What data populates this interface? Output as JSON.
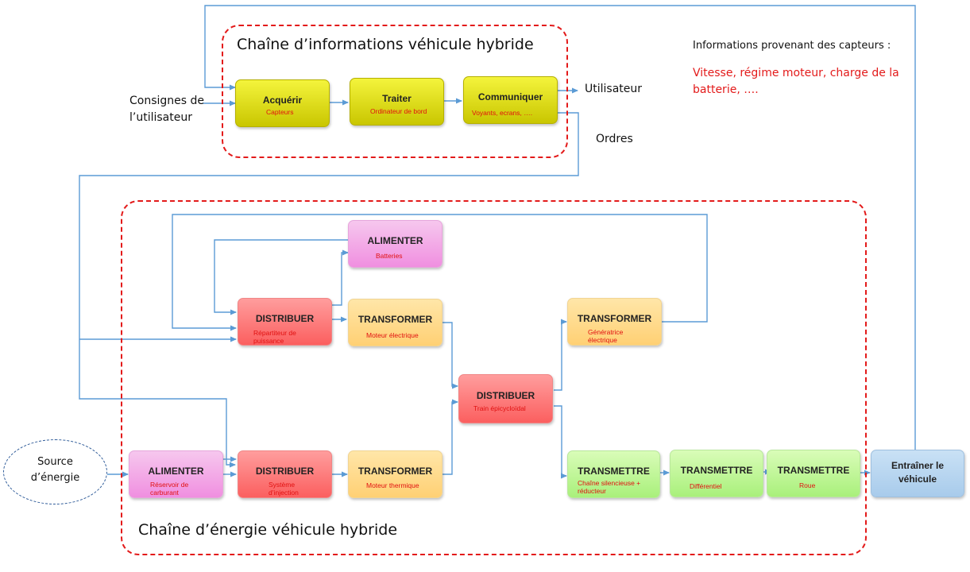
{
  "info_chain": {
    "title": "Chaîne d’informations véhicule hybride",
    "blocks": [
      {
        "verb": "Acquérir",
        "sub": "Capteurs"
      },
      {
        "verb": "Traiter",
        "sub": "Ordinateur de bord"
      },
      {
        "verb": "Communiquer",
        "sub": "Voyants, ecrans, …."
      }
    ]
  },
  "energy_chain": {
    "title": "Chaîne d’énergie véhicule hybride",
    "blocks": {
      "alimenter_batteries": {
        "verb": "ALIMENTER",
        "sub": "Batteries"
      },
      "distribuer_repartiteur": {
        "verb": "DISTRIBUER",
        "sub": "Répartiteur de puissance"
      },
      "transformer_electrique": {
        "verb": "TRANSFORMER",
        "sub": "Moteur électrique"
      },
      "transformer_generatrice": {
        "verb": "TRANSFORMER",
        "sub": "Génératrice électrique"
      },
      "distribuer_train": {
        "verb": "DISTRIBUER",
        "sub": "Train épicycloïdal"
      },
      "alimenter_reservoir": {
        "verb": "ALIMENTER",
        "sub": "Réservoir de carburant"
      },
      "distribuer_injection": {
        "verb": "DISTRIBUER",
        "sub": "Système d’injection"
      },
      "transformer_thermique": {
        "verb": "TRANSFORMER",
        "sub": "Moteur thermique"
      },
      "transmettre_chaine": {
        "verb": "TRANSMETTRE",
        "sub": "Chaîne silencieuse + réducteur"
      },
      "transmettre_differentiel": {
        "verb": "TRANSMETTRE",
        "sub": "Différentiel"
      },
      "transmettre_roue": {
        "verb": "TRANSMETTRE",
        "sub": "Roue"
      }
    }
  },
  "labels": {
    "consignes": "Consignes de",
    "consignes2": "l’utilisateur",
    "utilisateur": "Utilisateur",
    "ordres": "Ordres",
    "capteurs_title": "Informations provenant des capteurs :",
    "capteurs_line1": "Vitesse, régime moteur, charge de la",
    "capteurs_line2": "batterie, ….",
    "source1": "Source",
    "source2": "d’énergie",
    "entrainer1": "Entraîner le",
    "entrainer2": "véhicule"
  },
  "colors": {
    "frame": "#e31a1a",
    "arrow": "#5b9bd5",
    "info_block": "#e6e600",
    "energy_source": "#2d5a98"
  }
}
